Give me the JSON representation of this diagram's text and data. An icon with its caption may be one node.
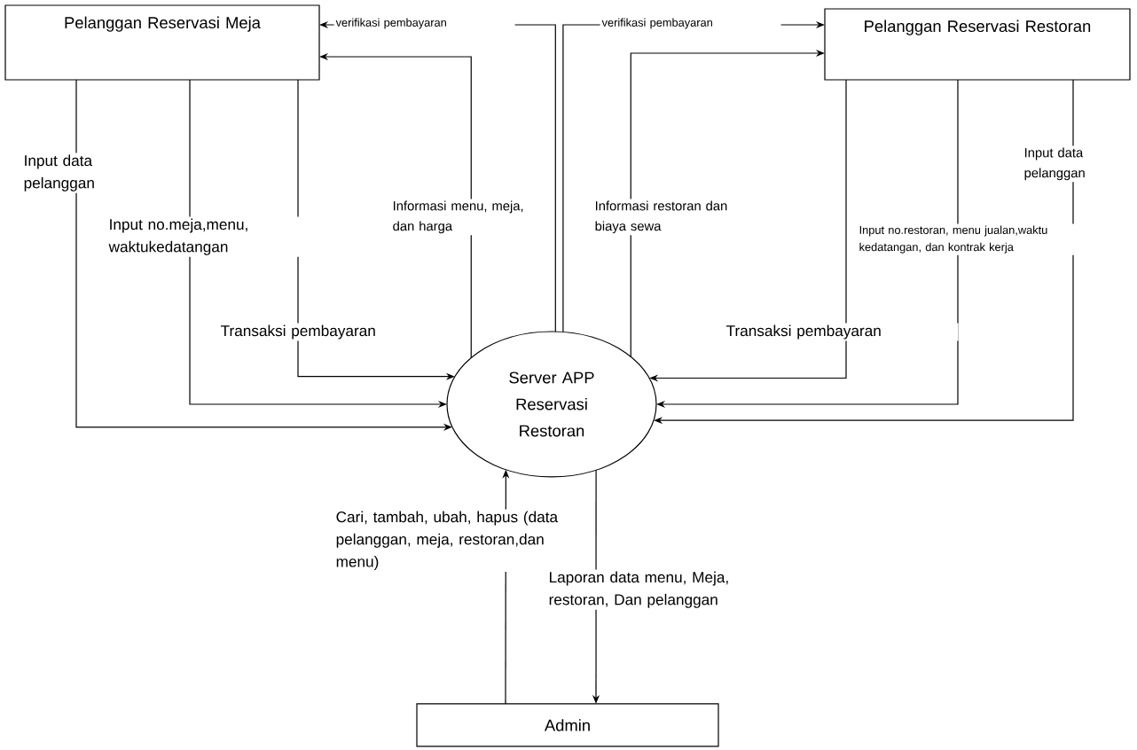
{
  "diagram": {
    "nodes": [
      {
        "text": [
          "Pelanggan Reservasi Meja"
        ]
      },
      {
        "text": [
          "Pelanggan Reservasi Restoran"
        ]
      },
      {
        "text": [
          "Server APP Reservasi Restoran"
        ]
      },
      {
        "text": [
          "Admin"
        ]
      }
    ],
    "edges": [
      {
        "from": 0,
        "to": 2,
        "arrow": "to",
        "label": "Input data pelanggan"
      },
      {
        "from": 0,
        "to": 2,
        "arrow": "to",
        "label": "Input no.meja,menu, waktukedatangan"
      },
      {
        "from": 0,
        "to": 2,
        "arrow": "to",
        "label": "Transaksi pembayaran"
      },
      {
        "from": 2,
        "to": 0,
        "arrow": "to",
        "label": "Informasi menu, meja, dan harga"
      },
      {
        "from": 2,
        "to": 0,
        "arrow": "to",
        "label": "verifikasi pembayaran"
      },
      {
        "from": 2,
        "to": 1,
        "arrow": "to",
        "label": "verifikasi pembayaran"
      },
      {
        "from": 2,
        "to": 1,
        "arrow": "to",
        "label": "Informasi restoran dan biaya sewa"
      },
      {
        "from": 1,
        "to": 2,
        "arrow": "to",
        "label": "Transaksi pembayaran"
      },
      {
        "from": 1,
        "to": 2,
        "arrow": "to",
        "label": "Input no.restoran, menu jualan,waktu kedatangan, dan kontrak kerja"
      },
      {
        "from": 1,
        "to": 2,
        "arrow": "to",
        "label": "Input data pelanggan"
      },
      {
        "from": 3,
        "to": 2,
        "arrow": "to",
        "label": "Cari, tambah, ubah, hapus (data pelanggan, meja, restoran,dan menu)"
      },
      {
        "from": 2,
        "to": 3,
        "arrow": "to",
        "label": "Laporan data menu, Meja, restoran, Dan pelanggan"
      }
    ]
  }
}
